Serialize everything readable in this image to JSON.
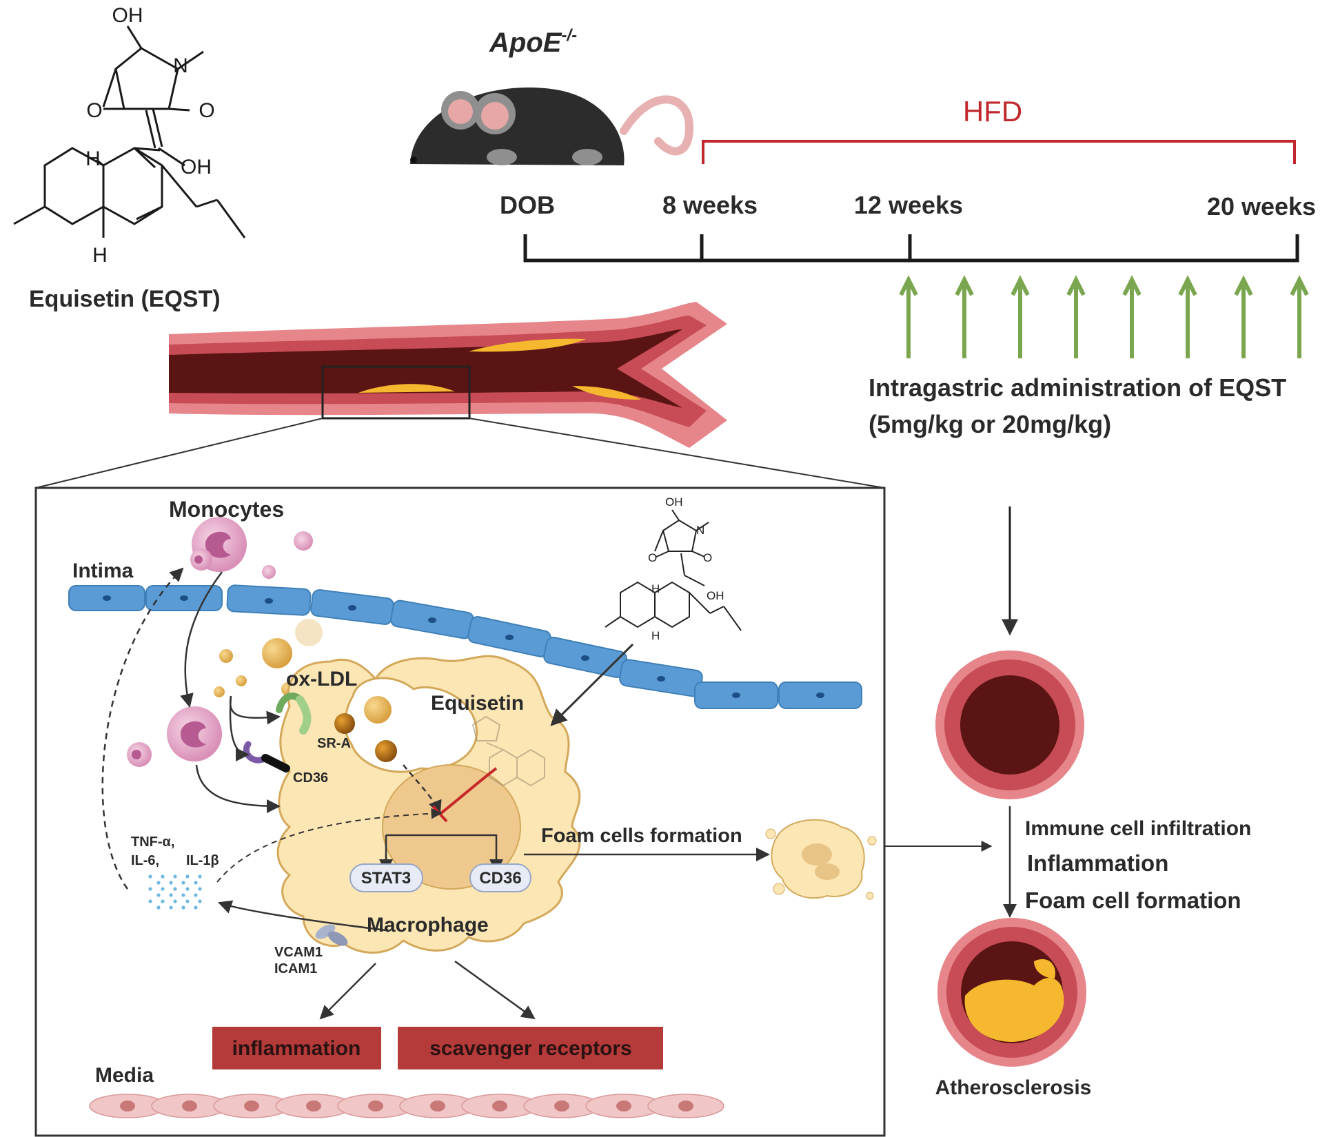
{
  "chem": {
    "oh_top": "OH",
    "n": "N",
    "o_left": "O",
    "o_right": "O",
    "oh_side": "OH",
    "h_top": "H",
    "h_bottom": "H",
    "name": "Equisetin (EQST)"
  },
  "mouse_label": "ApoE",
  "mouse_label_sup": "-/-",
  "timeline": {
    "hfd": "HFD",
    "points": [
      "DOB",
      "8 weeks",
      "12 weeks",
      "20 weeks"
    ],
    "admin_line1": "Intragastric administration of EQST",
    "admin_line2": "(5mg/kg or 20mg/kg)",
    "admin_arrow_count": 8
  },
  "inset": {
    "monocytes": "Monocytes",
    "intima": "Intima",
    "oxldl": "ox-LDL",
    "equisetin": "Equisetin",
    "sra": "SR-A",
    "cd36_receptor": "CD36",
    "tnf": "TNF-α,",
    "il6": "IL-6,",
    "il1b": "IL-1β",
    "stat3": "STAT3",
    "cd36": "CD36",
    "macrophage": "Macrophage",
    "vcam1": "VCAM1",
    "icam1": "ICAM1",
    "foam": "Foam cells formation",
    "inflammation_box": "inflammation",
    "scavenger_box": "scavenger receptors",
    "media": "Media"
  },
  "outcome": {
    "line1": "Immune cell infiltration",
    "line2": "Inflammation",
    "line3": "Foam cell formation",
    "atherosclerosis": "Atherosclerosis"
  },
  "colors": {
    "hfd_red": "#c0282d",
    "arrow_green": "#7aa64f",
    "endothelium": "#5b9bd5",
    "macrophage": "#fbe6b4",
    "box_red": "#b53a3a",
    "vessel_dark": "#5a1414",
    "plaque_yellow": "#f5b82e"
  }
}
